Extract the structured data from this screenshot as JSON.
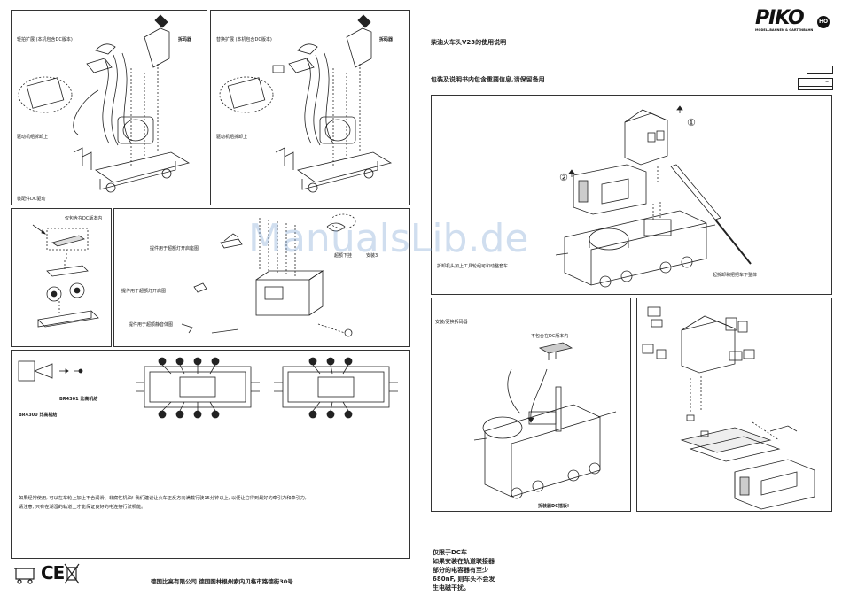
{
  "brand": {
    "logo_text": "PIKO",
    "subtitle": "MODELLBAHNEN & GARTENBAHN",
    "badge": "HO"
  },
  "manual": {
    "title": "柴油火车头V23的使用说明",
    "notice": "包装及说明书内包含重要信息,请保留备用",
    "scale_box_1": "",
    "scale_box_2": "="
  },
  "watermark": "ManualsLib.de",
  "panels": {
    "p1": {
      "label_1": "轻拍扩展 (本机包含DC版本)",
      "label_2": "拆码器",
      "label_3": "驱动机组拆卸上",
      "label_4": "装配件DC驱动",
      "label_5": ""
    },
    "p2": {
      "label_1": "替换扩展 (本机包含DC版本)",
      "label_2": "拆码器",
      "label_3": "驱动机组拆卸上",
      "label_4": ""
    },
    "p3": {
      "label_1": "仅包含在DC版本内"
    },
    "p4": {
      "label_1": "提件用于超额灯开启座图",
      "label_2": "提件用于超额灯开启图",
      "label_3": "提件用于超额静音体图",
      "label_4": "超额下挂",
      "label_5": "安装3"
    },
    "p5": {
      "label_1": "BR4301 比高机结",
      "label_2": "BR4300 比高机结"
    },
    "p6": {
      "label_1": "拆卸机头加上工具轮组可和动整套车",
      "label_2": "①",
      "label_3": "②",
      "label_4": "一起拆卸和把把车下整体"
    },
    "p7": {
      "label_1": "安装/更换拆码器",
      "label_2": "不包含在DC版本内",
      "label_3": "拆装器DC插板!"
    }
  },
  "body_text": {
    "line_1": "如果经常使用, 可以在车轮上加上不含润滑、非腐性机油! 我们建议让火车正反方向满载行驶15分钟以上, 以便让它得到最好的牵引力和牵引力,",
    "line_2": "请注意, 只有在潮湿的轨道上才能保证良好的电连接行驶机能。"
  },
  "footer": {
    "company": "德国比高有限公司   德国图林根州索内贝格市路德街30号",
    "ce_mark": "CE",
    "page_code": "· ·"
  },
  "dc_note": {
    "line_1": "仅限于DC车",
    "line_2": "如果安装在轨道联接器",
    "line_3": "部分的电容器有至少",
    "line_4": "680nF, 则车头不会发",
    "line_5": "生电磁干扰。"
  }
}
